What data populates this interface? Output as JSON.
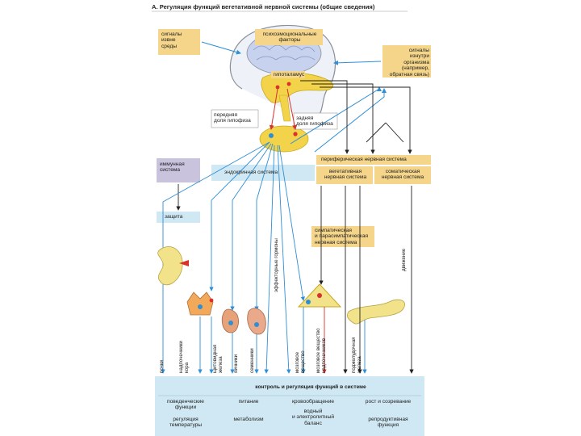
{
  "title": "А. Регуляция функций вегетативной нервной системы (общие сведения)",
  "labels": {
    "external_signals": "сигналы\nизвне\nсреды",
    "psychoemotional": "психоэмоциональные\nфакторы",
    "internal_signals": "сигналы\nизнутри организма\n(например,\nобратная связь)",
    "hypothalamus": "гипоталамус",
    "anterior_pituitary": "передняя\nдоля гипофиза",
    "posterior_pituitary": "задняя\nдоля гипофиза",
    "immune_system": "иммунная\nсистема",
    "endocrine_system": "эндокринная система",
    "peripheral_ns": "периферическая нервная система",
    "autonomic_ns": "вегетативная\nнервная система",
    "somatic_ns": "соматическая\nнервная система",
    "protection": "защита",
    "sympathetic_parasympathetic": "симпатическая\nи парасимпатическая\nнервная система",
    "effector_hormones": "эффекторные гормоны",
    "movement": "движение",
    "control_regulation": "контроль и регуляция функций в системе"
  },
  "organ_labels": [
    "почки",
    "надпочечники\nкора",
    "щитовидная\nжелеза",
    "яичники",
    "семенники",
    "мозговое\nвещество",
    "мозговое вещество\nнадпочечников",
    "поджелудочная\nжелеза"
  ],
  "functions": {
    "col1": [
      "поведенческие\nфункции",
      "регуляция\nтемпературы"
    ],
    "col2": [
      "питание",
      "метаболизм"
    ],
    "col3": [
      "кровообращение",
      "водный\nи электролитный\nбаланс"
    ],
    "col4": [
      "рост и созревание",
      "репродуктивная\nфункция"
    ]
  },
  "colors": {
    "tan": "#f4d58a",
    "lavender": "#c9c3de",
    "light_blue": "#cfe8f3",
    "blue_arrow": "#2f8fd6",
    "black_arrow": "#222222",
    "red_dot": "#d8322a",
    "gland_yellow": "#f2d34a"
  }
}
